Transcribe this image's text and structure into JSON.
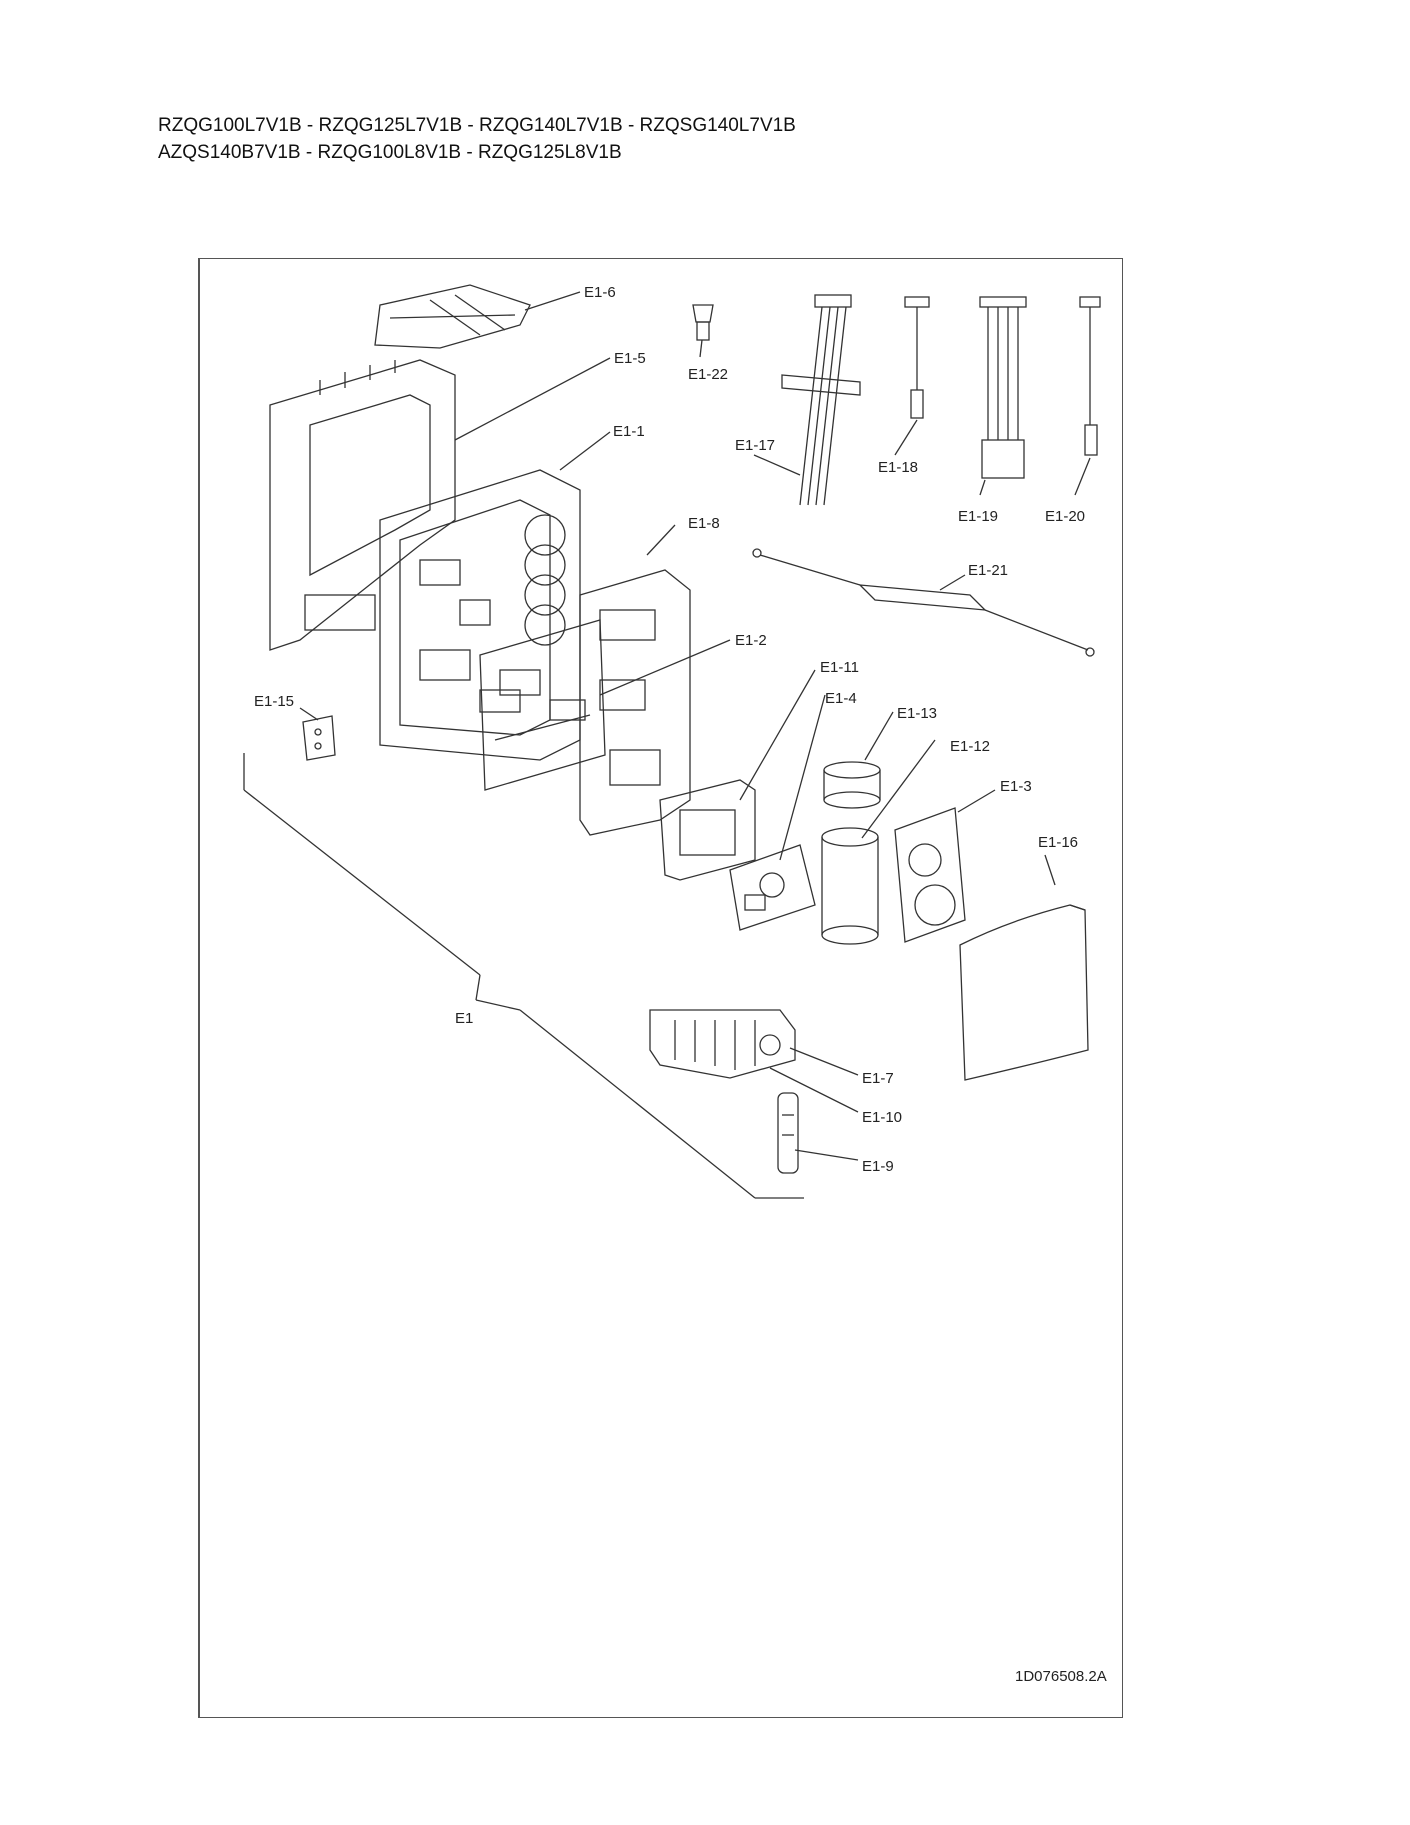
{
  "header": {
    "line1": "RZQG100L7V1B - RZQG125L7V1B - RZQG140L7V1B - RZQSG140L7V1B",
    "line2": "AZQS140B7V1B - RZQG100L8V1B - RZQG125L8V1B"
  },
  "diagram": {
    "labels": {
      "e1": "E1",
      "e1_1": "E1-1",
      "e1_2": "E1-2",
      "e1_3": "E1-3",
      "e1_4": "E1-4",
      "e1_5": "E1-5",
      "e1_6": "E1-6",
      "e1_7": "E1-7",
      "e1_8": "E1-8",
      "e1_9": "E1-9",
      "e1_10": "E1-10",
      "e1_11": "E1-11",
      "e1_12": "E1-12",
      "e1_13": "E1-13",
      "e1_15": "E1-15",
      "e1_16": "E1-16",
      "e1_17": "E1-17",
      "e1_18": "E1-18",
      "e1_19": "E1-19",
      "e1_20": "E1-20",
      "e1_21": "E1-21",
      "e1_22": "E1-22"
    }
  },
  "footer": {
    "doc_number": "1D076508.2A"
  }
}
